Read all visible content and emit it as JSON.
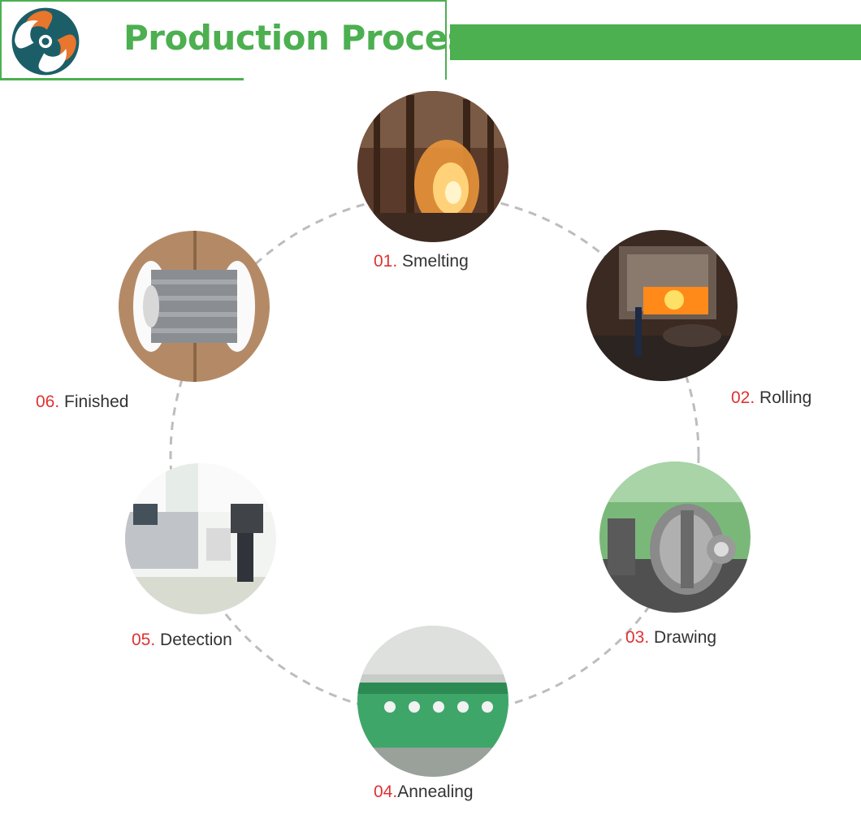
{
  "header": {
    "title": "Production Process",
    "logo_icon": "swirl-logo-icon",
    "accent_color": "#4caf50",
    "logo_colors": [
      "#1b5e68",
      "#e8762c"
    ]
  },
  "steps": [
    {
      "number": "01.",
      "name": "Smelting",
      "image": "smelting-photo"
    },
    {
      "number": "02.",
      "name": "Rolling",
      "image": "rolling-photo"
    },
    {
      "number": "03.",
      "name": "Drawing",
      "image": "drawing-photo"
    },
    {
      "number": "04.",
      "name": "Annealing",
      "image": "annealing-photo"
    },
    {
      "number": "05.",
      "name": "Detection",
      "image": "detection-photo"
    },
    {
      "number": "06.",
      "name": "Finished",
      "image": "finished-photo"
    }
  ],
  "number_color": "#e03232"
}
